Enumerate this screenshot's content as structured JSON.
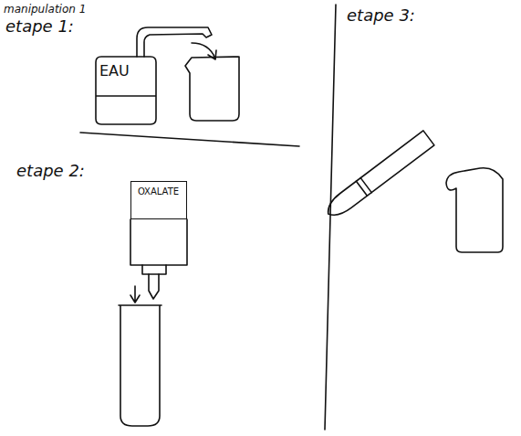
{
  "diagram": {
    "nodes": [
      {
        "text": [
          "EAU"
        ]
      },
      {
        "text": [
          "OXALATE"
        ]
      }
    ],
    "labels": [
      "manipulation 1",
      "etape 1:",
      "etape 2:",
      "etape 3:"
    ]
  }
}
